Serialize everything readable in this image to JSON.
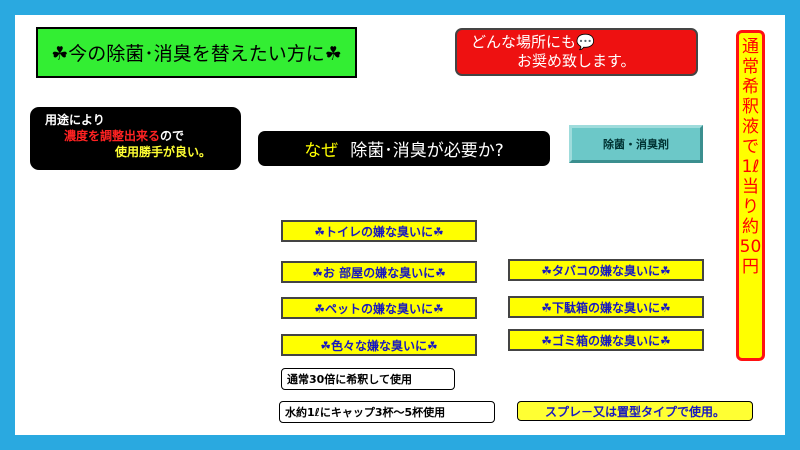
{
  "title_box": {
    "text": "☘今の除菌･消臭を替えたい方に☘"
  },
  "red_box": {
    "line1": "どんな場所にも💬",
    "line2": "お奨め致します。"
  },
  "usage_box": {
    "line1": "用途により",
    "line2_red": "濃度を調整出来る",
    "line2_rest": "ので",
    "line3": "使用勝手が良い。"
  },
  "why_box": {
    "why": "なぜ",
    "text": "除菌･消臭が必要か?"
  },
  "product_box": {
    "label": "除菌・消臭剤"
  },
  "vertical_note": {
    "chars": [
      "通",
      "常",
      "希",
      "釈",
      "液",
      "で",
      "1ℓ",
      "当",
      "り",
      "約",
      "50",
      "円"
    ]
  },
  "odor_items": [
    "☘トイレの嫌な臭いに☘",
    "☘お 部屋の嫌な臭いに☘",
    "☘ペットの嫌な臭いに☘",
    "☘色々な嫌な臭いに☘",
    "☘タバコの嫌な臭いに☘",
    "☘下駄箱の嫌な臭いに☘",
    "☘ゴミ箱の嫌な臭いに☘"
  ],
  "notes": {
    "dilution": "通常30倍に希釈して使用",
    "water": "水約1ℓにキャップ3杯〜5杯使用",
    "spray": "スプレ－又は置型タイプで使用。"
  },
  "colors": {
    "background": "#2aa9e0",
    "title_green": "#33ee33",
    "red": "#ee1111",
    "yellow": "#ffff00",
    "teal": "#6cc8c8",
    "item_text": "#1818c0"
  }
}
